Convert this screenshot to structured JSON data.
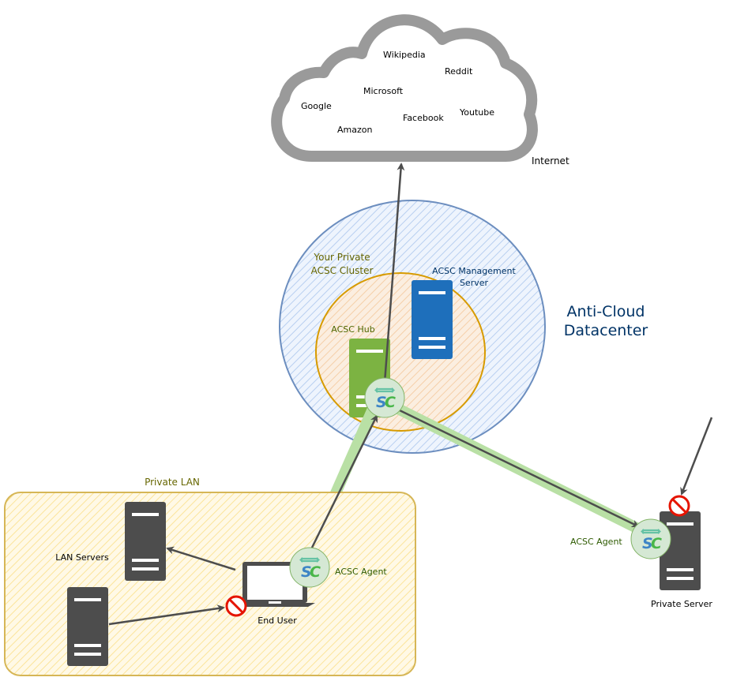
{
  "internet": {
    "label": "Internet",
    "sites": [
      "Wikipedia",
      "Reddit",
      "Microsoft",
      "Google",
      "Youtube",
      "Facebook",
      "Amazon"
    ]
  },
  "datacenter": {
    "title_line1": "Anti-Cloud",
    "title_line2": "Datacenter",
    "cluster_line1": "Your Private",
    "cluster_line2": "ACSC Cluster",
    "hub_label": "ACSC Hub",
    "mgmt_line1": "ACSC Management",
    "mgmt_line2": "Server"
  },
  "lan": {
    "title": "Private LAN",
    "servers_label": "LAN Servers",
    "end_user_label": "End User",
    "agent_label": "ACSC Agent"
  },
  "private_server": {
    "label": "Private Server",
    "agent_label": "ACSC Agent"
  },
  "colors": {
    "cloud_stroke": "#9a9a9a",
    "datacenter_stroke": "#6c8ebf",
    "datacenter_fill": "#dae8fc",
    "cluster_stroke": "#d79b00",
    "cluster_fill": "#ffe6cc",
    "lan_stroke": "#d6b656",
    "lan_fill": "#fff2cc",
    "hub_green": "#7cb342",
    "mgmt_blue": "#1e6fbb",
    "server_dark": "#4d4d4d",
    "tunnel_green": "#b9e0a5",
    "blocked_red": "#e51400"
  },
  "icons": [
    "cloud-icon",
    "server-icon",
    "laptop-icon",
    "acsc-badge-icon",
    "blocked-icon"
  ]
}
